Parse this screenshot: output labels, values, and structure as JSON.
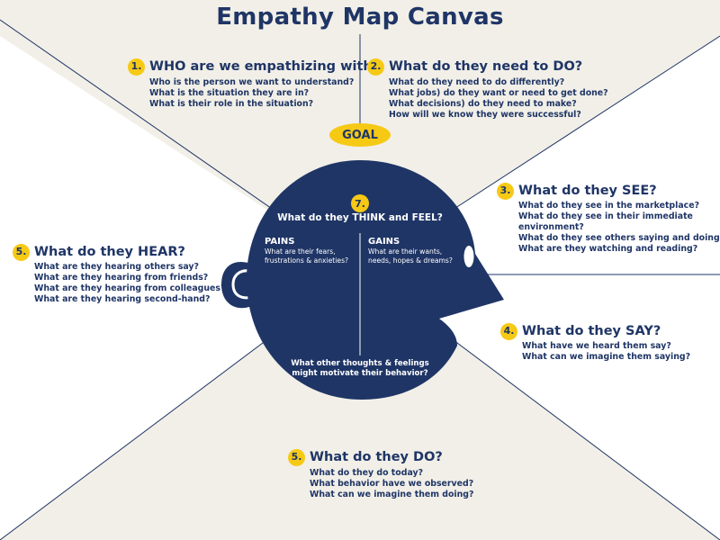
{
  "title": "Empathy Map Canvas",
  "goal": "GOAL",
  "colors": {
    "navy": "#1f3566",
    "yellow": "#f6c915",
    "beige": "#f1efe7"
  },
  "sections": {
    "who": {
      "number": "1.",
      "heading": "WHO are we empathizing with?",
      "questions": [
        "Who is the person we want to understand?",
        "What is the situation they are in?",
        "What is their role in the situation?"
      ]
    },
    "do_need": {
      "number": "2.",
      "heading": "What do they need to DO?",
      "questions": [
        "What do they need to do differently?",
        "What jobs) do they want or need to get done?",
        "What decisions) do they need to make?",
        "How will we know they were successful?"
      ]
    },
    "see": {
      "number": "3.",
      "heading": "What do they SEE?",
      "questions": [
        "What do they see in the marketplace?",
        "What do they see in their immediate",
        "environment?",
        "What do they see others saying and doing?",
        "What are they watching and reading?"
      ]
    },
    "say": {
      "number": "4.",
      "heading": "What do they SAY?",
      "questions": [
        "What have we heard them say?",
        "What can we imagine them saying?"
      ]
    },
    "hear": {
      "number": "5.",
      "heading": "What do they HEAR?",
      "questions": [
        "What are they hearing others say?",
        "What are they hearing from friends?",
        "What are they hearing from colleagues?",
        "What are they hearing second-hand?"
      ]
    },
    "do": {
      "number": "5.",
      "heading": "What do they DO?",
      "questions": [
        "What do they do today?",
        "What behavior have we observed?",
        "What can we imagine them doing?"
      ]
    },
    "think_feel": {
      "number": "7.",
      "heading": "What do they THINK and FEEL?",
      "pains_label": "PAINS",
      "pains_text": [
        "What are their fears,",
        "frustrations & anxieties?"
      ],
      "gains_label": "GAINS",
      "gains_text": [
        "What are their wants,",
        "needs, hopes & dreams?"
      ],
      "bottom_text": [
        "What other thoughts & feelings",
        "might motivate their behavior?"
      ]
    }
  }
}
